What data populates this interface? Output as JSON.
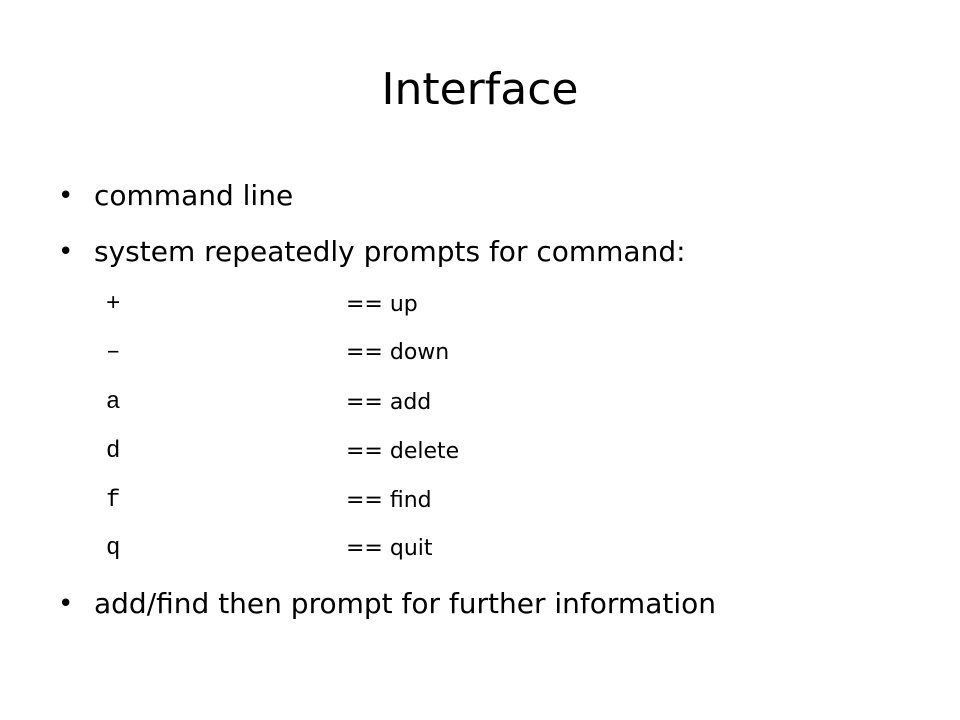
{
  "slide": {
    "title": "Interface",
    "bullets": [
      "command line",
      "system repeatedly prompts for command:"
    ],
    "commands": [
      {
        "key": "+",
        "meaning": "== up"
      },
      {
        "key": "–",
        "meaning": "== down"
      },
      {
        "key": "a",
        "meaning": "== add"
      },
      {
        "key": "d",
        "meaning": "== delete"
      },
      {
        "key": "f",
        "meaning": "== find"
      },
      {
        "key": "q",
        "meaning": "== quit"
      }
    ],
    "final_bullet": "add/find then prompt for further information",
    "bullet_symbol": "•"
  }
}
